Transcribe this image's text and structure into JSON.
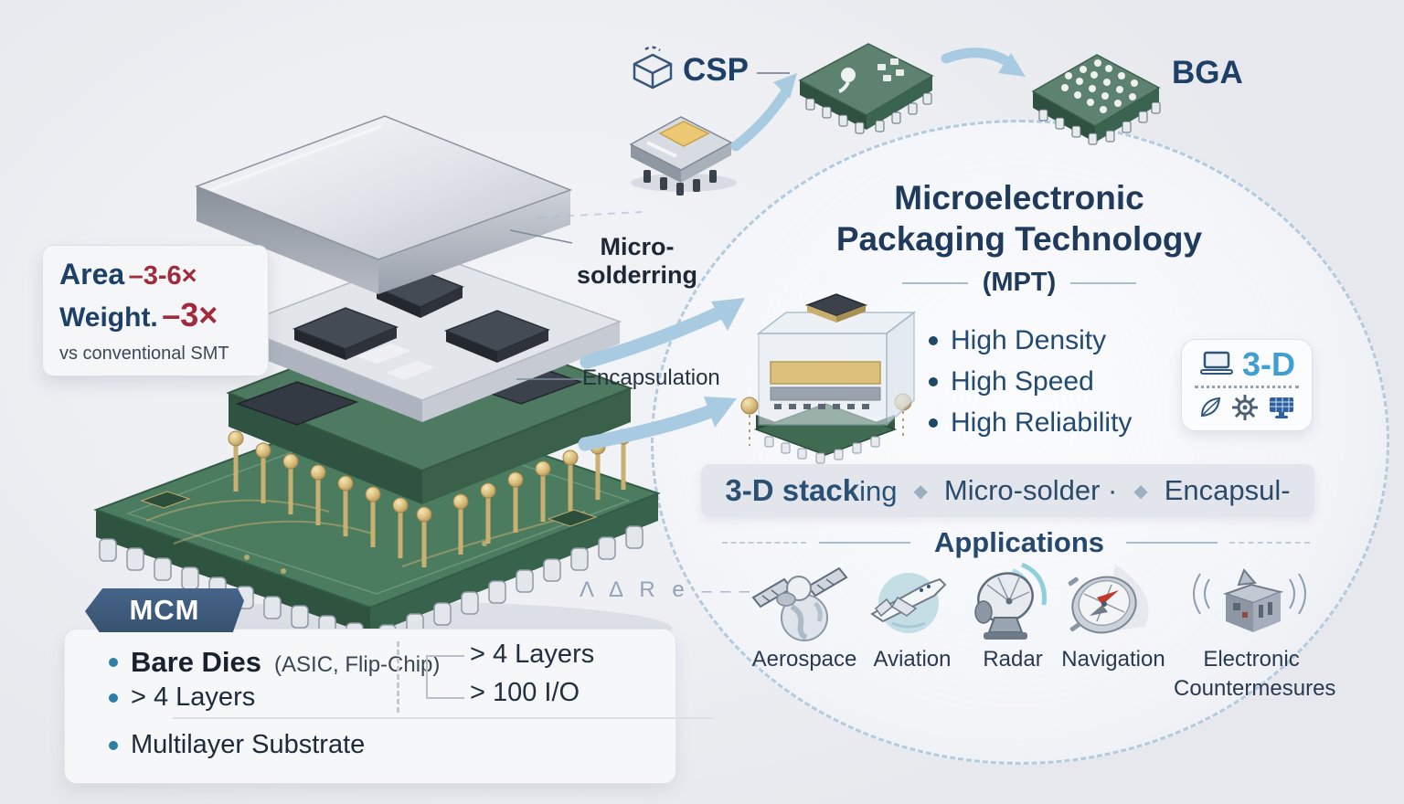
{
  "colors": {
    "navy_text": "#1e4066",
    "red_accent": "#a12b3c",
    "cyan_3d": "#3f9fd0",
    "bullet_teal": "#2d7fa6",
    "banner_blue": "#3c5878",
    "arrow_blue": "#a9cbe2",
    "circle_dash": "#b4cbdf",
    "pcb_green": "#4c7c60",
    "gold_pin": "#c9b070",
    "bar_background": "#e2e6ec"
  },
  "stats_card": {
    "area_label": "Area",
    "area_value": "–3-6×",
    "weight_label": "Weight.",
    "weight_value": "–3×",
    "note": "vs conventional SMT"
  },
  "top_flow": {
    "csp_label": "CSP",
    "bga_label": "BGA"
  },
  "callouts": {
    "micro_line1": "Micro-",
    "micro_line2": "solderring",
    "encapsulation": "Encapsulation"
  },
  "mpt": {
    "title_line1": "Microelectronic",
    "title_line2": "Packaging Technology",
    "subtitle": "(MPT)",
    "bullets": [
      "High Density",
      "High Speed",
      "High Reliability"
    ],
    "badge_3d": "3-D"
  },
  "process_bar": {
    "item1_bold": "3-D stack",
    "item1_rest": "ing",
    "diamond": "◆",
    "item2": "Micro-solder ·",
    "item3": "Encapsul-"
  },
  "applications": {
    "heading": "Applications",
    "items": [
      {
        "label": "Aerospace"
      },
      {
        "label": "Aviation"
      },
      {
        "label": "Radar"
      },
      {
        "label": "Navigation"
      },
      {
        "label": "Electronic",
        "label2": "Countermesures"
      }
    ]
  },
  "mcm_panel": {
    "banner": "MCM",
    "bullet1": "Bare Dies",
    "bullet1_note": "(ASIC, Flip-Chip)",
    "bullet2": "> 4 Layers",
    "bullet3": "Multilayer Substrate",
    "callout1": "> 4 Layers",
    "callout2": "> 100 I/O"
  },
  "scribble": {
    "text": "Λ Δ R e",
    "dashes": "– – –"
  }
}
